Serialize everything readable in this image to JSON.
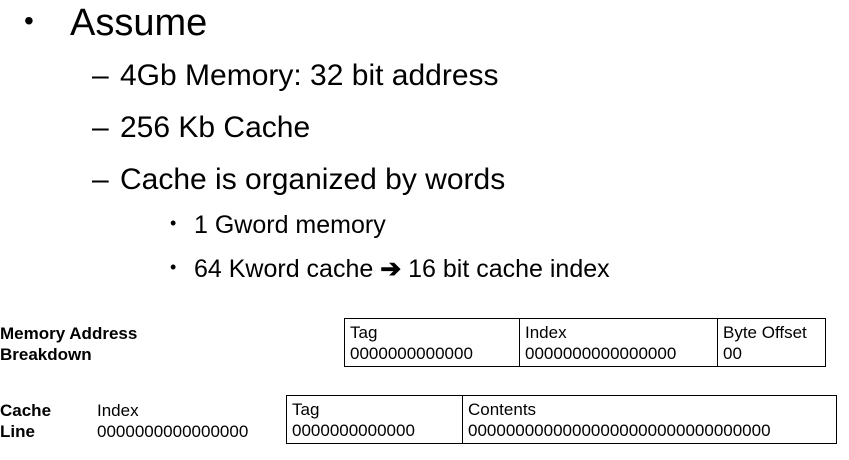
{
  "slide": {
    "level1": {
      "text": "Assume"
    },
    "level2": [
      {
        "text": "4Gb Memory: 32 bit address"
      },
      {
        "text": "256 Kb Cache"
      },
      {
        "text": "Cache is organized by words"
      }
    ],
    "level3": [
      {
        "text": "1 Gword memory"
      },
      {
        "text_before": "64 Kword cache ",
        "arrow": "➔",
        "text_after": " 16  bit cache index"
      }
    ]
  },
  "memory_address": {
    "label_line1": "Memory Address",
    "label_line2": "Breakdown",
    "fields": [
      {
        "name": "Tag",
        "value": "0000000000000"
      },
      {
        "name": "Index",
        "value": "0000000000000000"
      },
      {
        "name": "Byte Offset",
        "value": "00"
      }
    ]
  },
  "cache_line": {
    "label_line1": "Cache",
    "label_line2": "Line",
    "index": {
      "name": "Index",
      "value": "0000000000000000"
    },
    "fields": [
      {
        "name": "Tag",
        "value": "0000000000000"
      },
      {
        "name": "Contents",
        "value": "00000000000000000000000000000000"
      }
    ]
  }
}
